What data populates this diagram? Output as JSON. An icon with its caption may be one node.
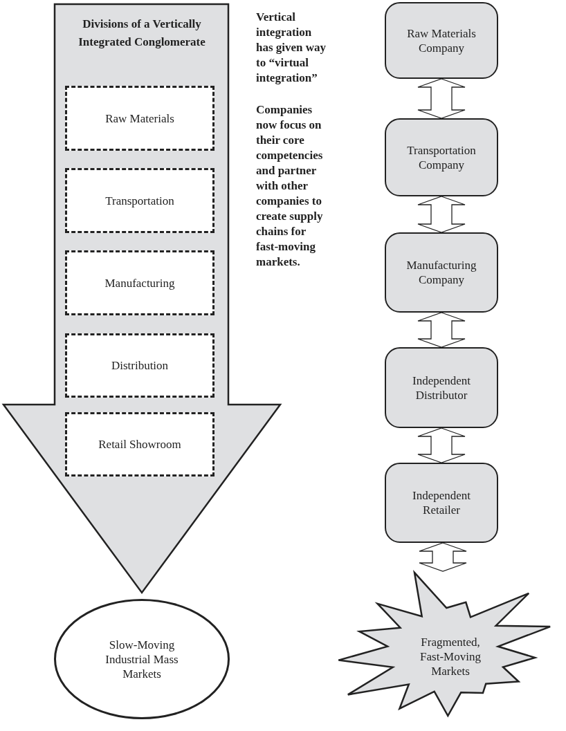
{
  "diagram": {
    "nodes": [
      {
        "text": [
          "Divisions of a Vertically Integrated Conglomerate"
        ]
      },
      {
        "text": [
          "Raw Materials"
        ],
        "in": 0
      },
      {
        "text": [
          "Transportation"
        ],
        "in": 0
      },
      {
        "text": [
          "Manufacturing"
        ],
        "in": 0
      },
      {
        "text": [
          "Distribution"
        ],
        "in": 0
      },
      {
        "text": [
          "Retail Showroom"
        ],
        "in": 0
      },
      {
        "text": [
          "Slow-Moving Industrial Mass Markets"
        ]
      },
      {
        "text": [
          "Raw Materials Company"
        ]
      },
      {
        "text": [
          "Transportation Company"
        ]
      },
      {
        "text": [
          "Manufacturing Company"
        ]
      },
      {
        "text": [
          "Independent Distributor"
        ]
      },
      {
        "text": [
          "Independent Retailer"
        ]
      },
      {
        "text": [
          "Fragmented, Fast-Moving Markets"
        ]
      }
    ],
    "edges": [
      {
        "from": 7,
        "to": 8,
        "arrow": "both"
      },
      {
        "from": 8,
        "to": 9,
        "arrow": "both"
      },
      {
        "from": 9,
        "to": 10,
        "arrow": "both"
      },
      {
        "from": 10,
        "to": 11,
        "arrow": "both"
      },
      {
        "from": 11,
        "to": 12,
        "arrow": "both"
      }
    ],
    "labels": [
      "Vertical integration has given way to “virtual integration”",
      "Companies now focus on their core competencies and partner with other companies to create supply chains for fast-moving markets."
    ]
  }
}
